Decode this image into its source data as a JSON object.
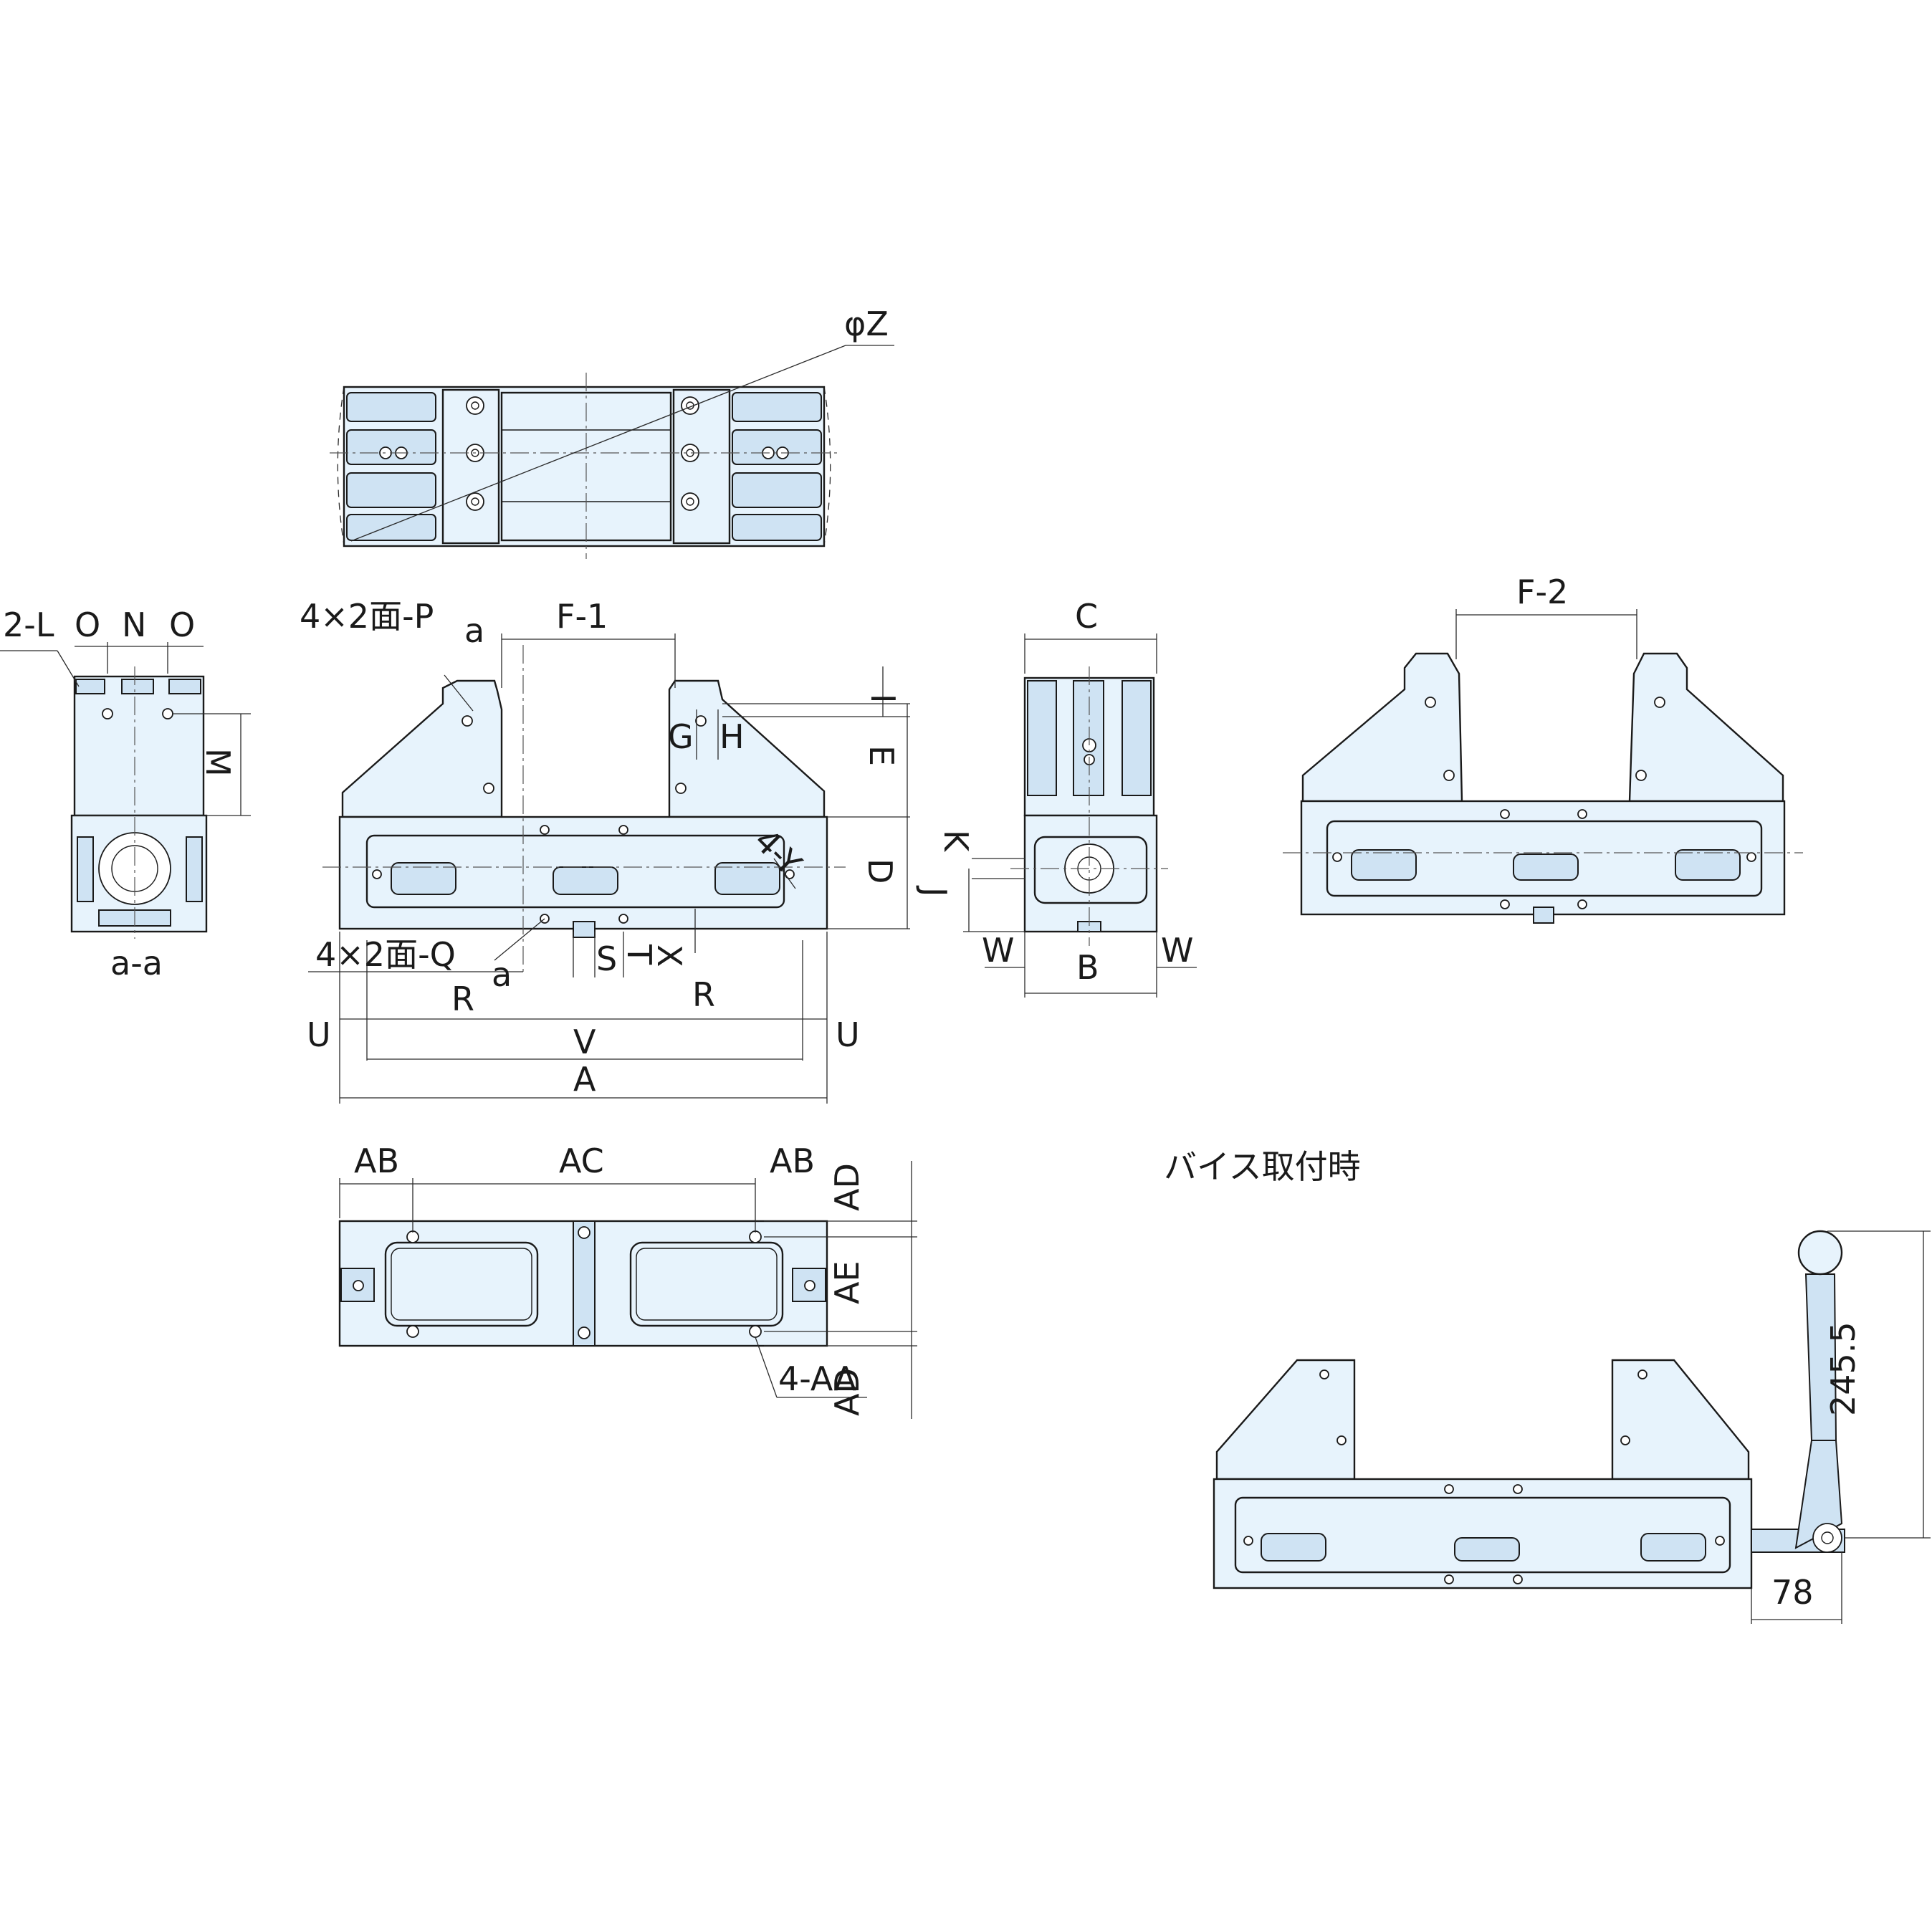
{
  "labels": {
    "phiZ": "φZ",
    "twoL": "2-L",
    "o1": "O",
    "n": "N",
    "o2": "O",
    "p": "4×2面-P",
    "a_top": "a",
    "f1": "F-1",
    "c": "C",
    "f2": "F-2",
    "i": "I",
    "g": "G",
    "h": "H",
    "e": "E",
    "m": "M",
    "k": "K",
    "d": "D",
    "j": "J",
    "y": "4-Y",
    "q": "4×2面-Q",
    "a_bottom": "a",
    "s": "S",
    "t": "T",
    "x": "X",
    "w1": "W",
    "w2": "W",
    "b": "B",
    "aa_section": "a-a",
    "r1": "R",
    "r2": "R",
    "u1": "U",
    "u2": "U",
    "v": "V",
    "a_total": "A",
    "ab1": "AB",
    "ac": "AC",
    "ab2": "AB",
    "ad1": "AD",
    "ae": "AE",
    "ad2": "AD",
    "four_aa": "4-AA",
    "vise_caption": "バイス取付時",
    "dim_245": "245.5",
    "dim_78": "78"
  }
}
